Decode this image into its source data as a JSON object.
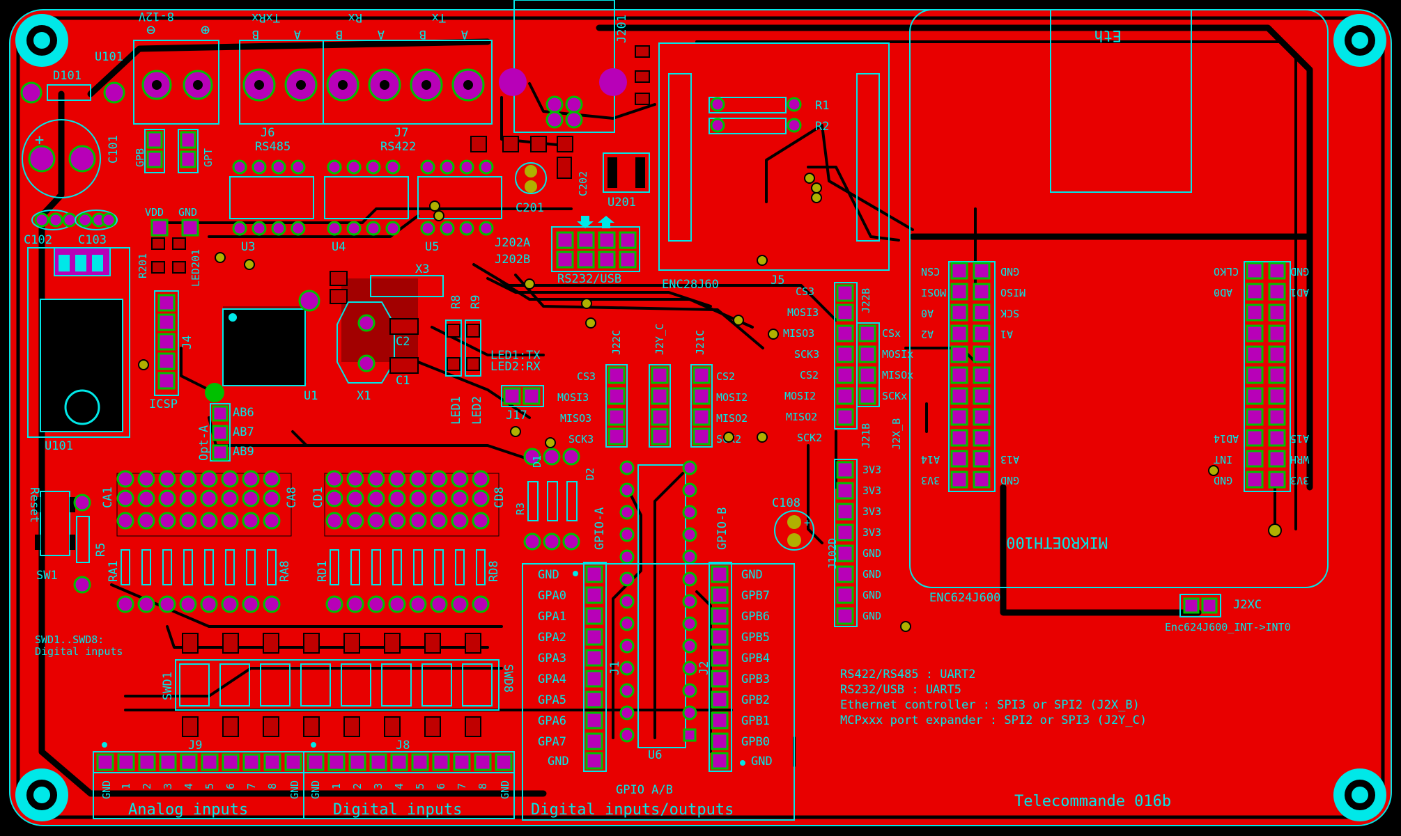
{
  "colors": {
    "board": "#e80000",
    "copper_dark": "#000000",
    "silkscreen": "#00e8e8",
    "pad": "#b800b8",
    "pad_ring": "#00c000",
    "via": "#b0b000",
    "mounting_hole": "#00e8e8"
  },
  "labels": {
    "u101_top": "U101",
    "d101": "D101",
    "c101": "C101",
    "c102": "C102",
    "c103": "C103",
    "power_minus": "⊖",
    "power_plus": "⊕",
    "power_voltage": "8-12V",
    "gpb": "GPB",
    "gpt": "GPT",
    "j6": "J6",
    "j7": "J7",
    "rs485": "RS485",
    "rs422": "RS422",
    "txrx": "TxRx",
    "rx": "Rx",
    "tx": "Tx",
    "b1": "B",
    "a1": "A",
    "b2": "B",
    "a2": "A",
    "b3": "B",
    "a3": "A",
    "j201": "J201",
    "c201": "C201",
    "c202": "C202",
    "u201": "U201",
    "j202a": "J202A",
    "j202b": "J202B",
    "rs232_usb": "RS232/USB",
    "enc28j60": "ENC28J60",
    "j5": "J5",
    "r1": "R1",
    "r2": "R2",
    "eth": "Eth",
    "vdd": "VDD",
    "gnd": "GND",
    "r201": "R201",
    "led201": "LED201",
    "u3": "U3",
    "u4": "U4",
    "u5": "U5",
    "x3": "X3",
    "r8": "R8",
    "r9": "R9",
    "c2": "C2",
    "c1": "C1",
    "x1": "X1",
    "u1": "U1",
    "j4": "J4",
    "icsp": "ICSP",
    "led1": "LED1",
    "led2": "LED2",
    "led1_tx": "LED1:TX",
    "led2_rx": "LED2:RX",
    "j17": "J17",
    "opt_a": "Opt-A",
    "ab6": "AB6",
    "ab7": "AB7",
    "ab9": "AB9",
    "u101_bottom": "U101",
    "reset": "Reset",
    "r5": "R5",
    "sw1": "SW1",
    "ca1": "CA1",
    "ca8": "CA8",
    "cd1": "CD1",
    "cd8": "CD8",
    "ra1": "RA1",
    "ra8": "RA8",
    "rd1": "RD1",
    "rd8": "RD8",
    "swd_note_1": "SWD1..SWD8:",
    "swd_note_2": "Digital inputs",
    "swd1": "SWD1",
    "swd8": "SWD8",
    "j9": "J9",
    "j8": "J8",
    "analog_inputs": "Analog inputs",
    "digital_inputs": "Digital inputs",
    "j22c": "J22C",
    "j2y_c": "J2Y_C",
    "j21c": "J21C",
    "cs3_a": "CS3",
    "mosi3_a": "MOSI3",
    "miso3_a": "MISO3",
    "sck3_a": "SCK3",
    "cs2_a": "CS2",
    "mosi2_a": "MOSI2",
    "miso2_a": "MISO2",
    "sck2_a": "SCK2",
    "cs3_b": "CS3",
    "mosi3_b": "MOSI3",
    "miso3_b": "MISO3",
    "sck3_b": "SCK3",
    "cs2_b": "CS2",
    "mosi2_b": "MOSI2",
    "miso2_b": "MISO2",
    "sck2_b": "SCK2",
    "j22b": "J22B",
    "j21b": "J21B",
    "csx": "CSx",
    "mosix": "MOSIx",
    "misox": "MISOx",
    "sckx": "SCKx",
    "j2x_b": "J2X_B",
    "d1": "D1",
    "d2": "D2",
    "r3": "R3",
    "gpio_a": "GPIO-A",
    "gpio_b": "GPIO-B",
    "c108": "C108",
    "j102d": "J102D",
    "j1": "J1",
    "j2": "J2",
    "u6": "U6",
    "gpio_ab": "GPIO A/B",
    "digital_io": "Digital inputs/outputs",
    "enc624j600": "ENC624J600",
    "j2xc": "J2XC",
    "enc624_int": "Enc624J600_INT->INT0",
    "mikroeth": "MIKROETH100",
    "note1": "RS422/RS485 : UART2",
    "note2": "RS232/USB : UART5",
    "note3": "Ethernet controller : SPI3 or SPI2 (J2X_B)",
    "note4": "MCPxxx port expander : SPI2 or SPI3 (J2Y_C)",
    "board_title": "Telecommande 016b"
  },
  "j9_pins": [
    "GND",
    "1",
    "2",
    "3",
    "4",
    "5",
    "6",
    "7",
    "8",
    "GND"
  ],
  "j8_pins": [
    "GND",
    "1",
    "2",
    "3",
    "4",
    "5",
    "6",
    "7",
    "8",
    "GND"
  ],
  "gpa_pins": [
    "GND",
    "GPA0",
    "GPA1",
    "GPA2",
    "GPA3",
    "GPA4",
    "GPA5",
    "GPA6",
    "GPA7",
    "GND"
  ],
  "gpb_pins": [
    "GND",
    "GPB7",
    "GPB6",
    "GPB5",
    "GPB4",
    "GPB3",
    "GPB2",
    "GPB1",
    "GPB0",
    "GND"
  ],
  "j102d_pins": [
    "3V3",
    "3V3",
    "3V3",
    "3V3",
    "GND",
    "GND",
    "GND",
    "GND"
  ],
  "eth_left_outer": [
    "CSN",
    "MOSI",
    "A0",
    "A2",
    "",
    "",
    "",
    "",
    "",
    "A14",
    "3V3"
  ],
  "eth_left_inner": [
    "GND",
    "MISO",
    "SCK",
    "A1",
    "",
    "",
    "",
    "",
    "",
    "A13",
    "GND"
  ],
  "eth_right_inner": [
    "CLKO",
    "AD0",
    "",
    "",
    "",
    "",
    "",
    "",
    "AD14",
    "INT",
    "GND"
  ],
  "eth_right_outer": [
    "GND",
    "AD1",
    "",
    "",
    "",
    "",
    "",
    "",
    "A15",
    "WRH",
    "3V3"
  ]
}
